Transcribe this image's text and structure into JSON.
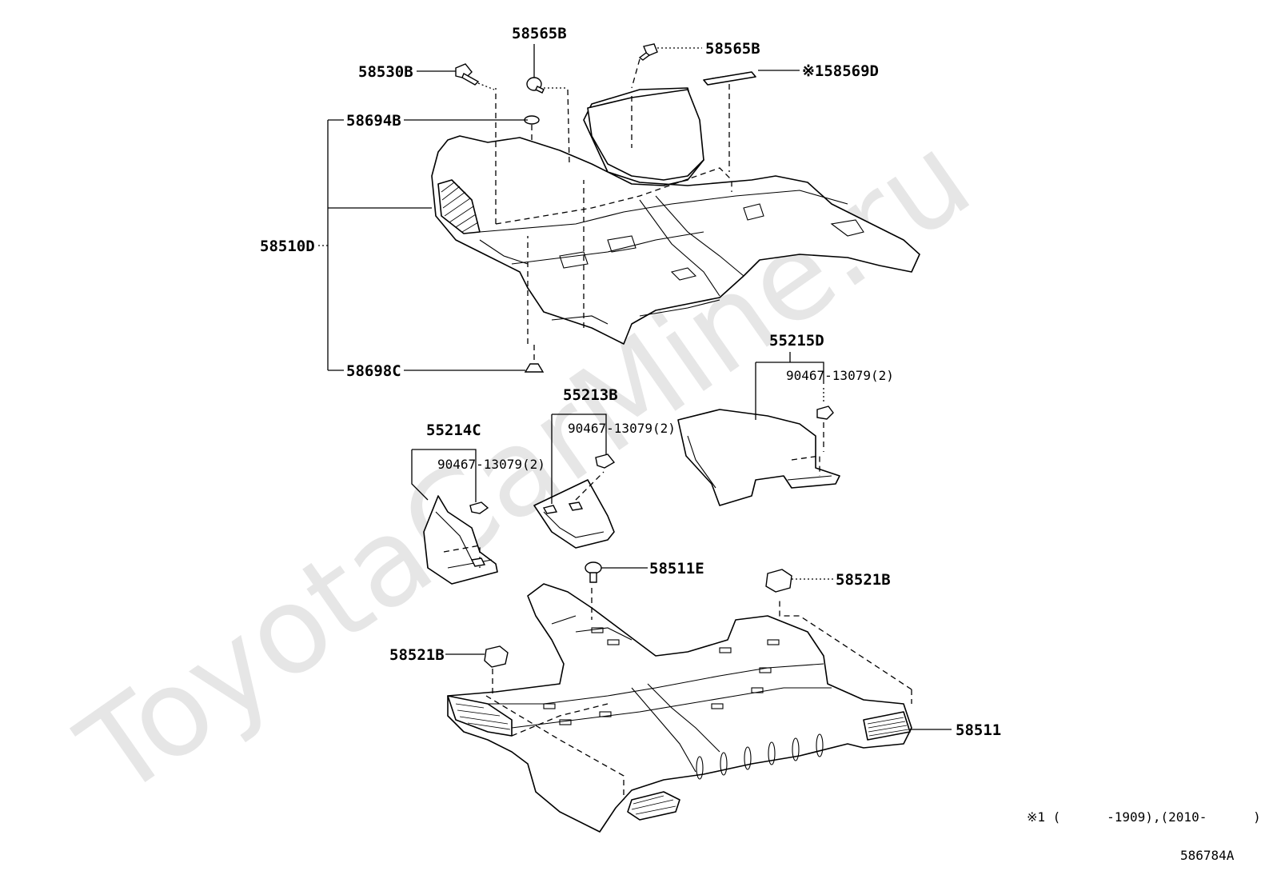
{
  "watermark": "ToyotaCarMine.ru",
  "labels": {
    "p58565B_a": "58565B",
    "p58565B_b": "58565B",
    "p58530B": "58530B",
    "p58569D": "※158569D",
    "p58694B": "58694B",
    "p58510D": "58510D",
    "p58698C": "58698C",
    "p55215D": "55215D",
    "p90467_c": "90467-13079(2)",
    "p55213B": "55213B",
    "p90467_b": "90467-13079(2)",
    "p55214C": "55214C",
    "p90467_a": "90467-13079(2)",
    "p58511E": "58511E",
    "p58521B_a": "58521B",
    "p58521B_b": "58521B",
    "p58511": "58511"
  },
  "footnote": "※1 (      -1909),(2010-      )",
  "diagram_id": "586784A"
}
